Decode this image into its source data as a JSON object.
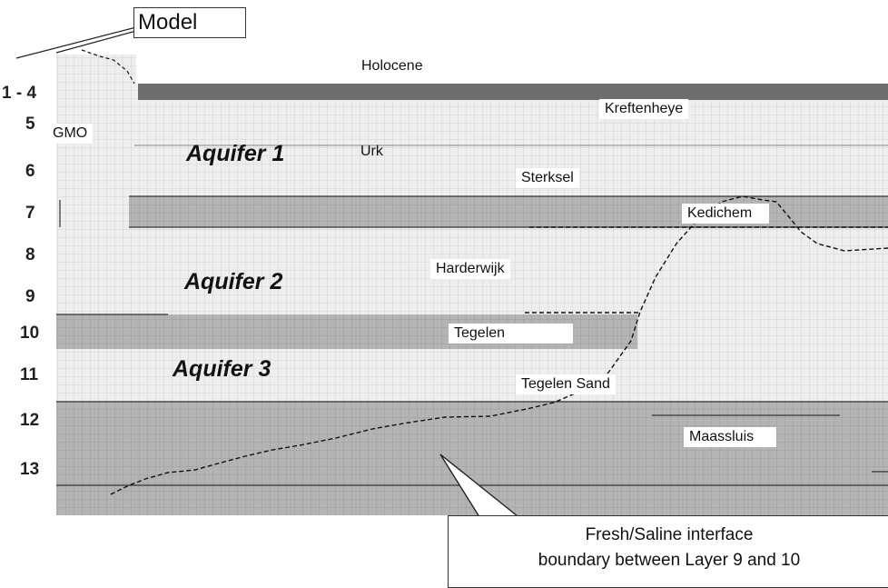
{
  "model_label": "Model",
  "layer_numbers": [
    "1 - 4",
    "5",
    "6",
    "7",
    "8",
    "9",
    "10",
    "11",
    "12",
    "13"
  ],
  "aquifers": [
    "Aquifer 1",
    "Aquifer 2",
    "Aquifer 3"
  ],
  "units": {
    "holocene": "Holocene",
    "gmo": "GMO",
    "kreftenheye": "Kreftenheye",
    "urk": "Urk",
    "sterksel": "Sterksel",
    "kedichem": "Kedichem",
    "harderwijk": "Harderwijk",
    "tegelen": "Tegelen",
    "tegelen_sand": "Tegelen Sand",
    "maassluis": "Maassluis"
  },
  "callout": {
    "line1": "Fresh/Saline interface",
    "line2": "boundary between Layer 9 and 10"
  },
  "colors": {
    "light_grid_fill": "#eeeeee",
    "grid_line": "#c8c8c8",
    "clay_fill": "#b4b4b4",
    "dark_band": "#6e6e6e",
    "interface_line": "#111111"
  }
}
